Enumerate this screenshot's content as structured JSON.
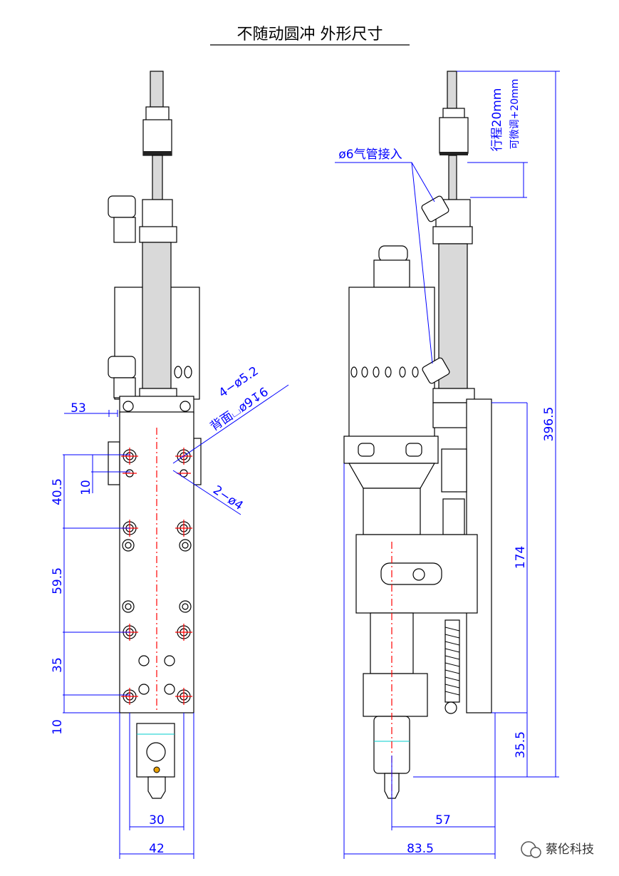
{
  "title": "不随动圆冲  外形尺寸",
  "left_view": {
    "dims": {
      "width_top": "53",
      "d40_5": "40.5",
      "d10_top": "10",
      "d59_5": "59.5",
      "d35": "35",
      "d10_bottom": "10",
      "w30": "30",
      "w42": "42"
    },
    "callouts": {
      "holes_main": "4−ø5.2",
      "counterbore": "背面⌴ø9↧6",
      "holes_small": "2−ø4"
    }
  },
  "right_view": {
    "dims": {
      "total_height": "396.5",
      "d174": "174",
      "d35_5": "35.5",
      "w57": "57",
      "w83_5": "83.5"
    },
    "callouts": {
      "air_inlet": "ø6气管接入",
      "stroke": "行程20mm",
      "fine_adjust": "可微调+20mm"
    }
  },
  "watermark": "蔡伦科技",
  "colors": {
    "dimension": "#0000ff",
    "centerline": "#ff0000",
    "outline": "#000000"
  }
}
